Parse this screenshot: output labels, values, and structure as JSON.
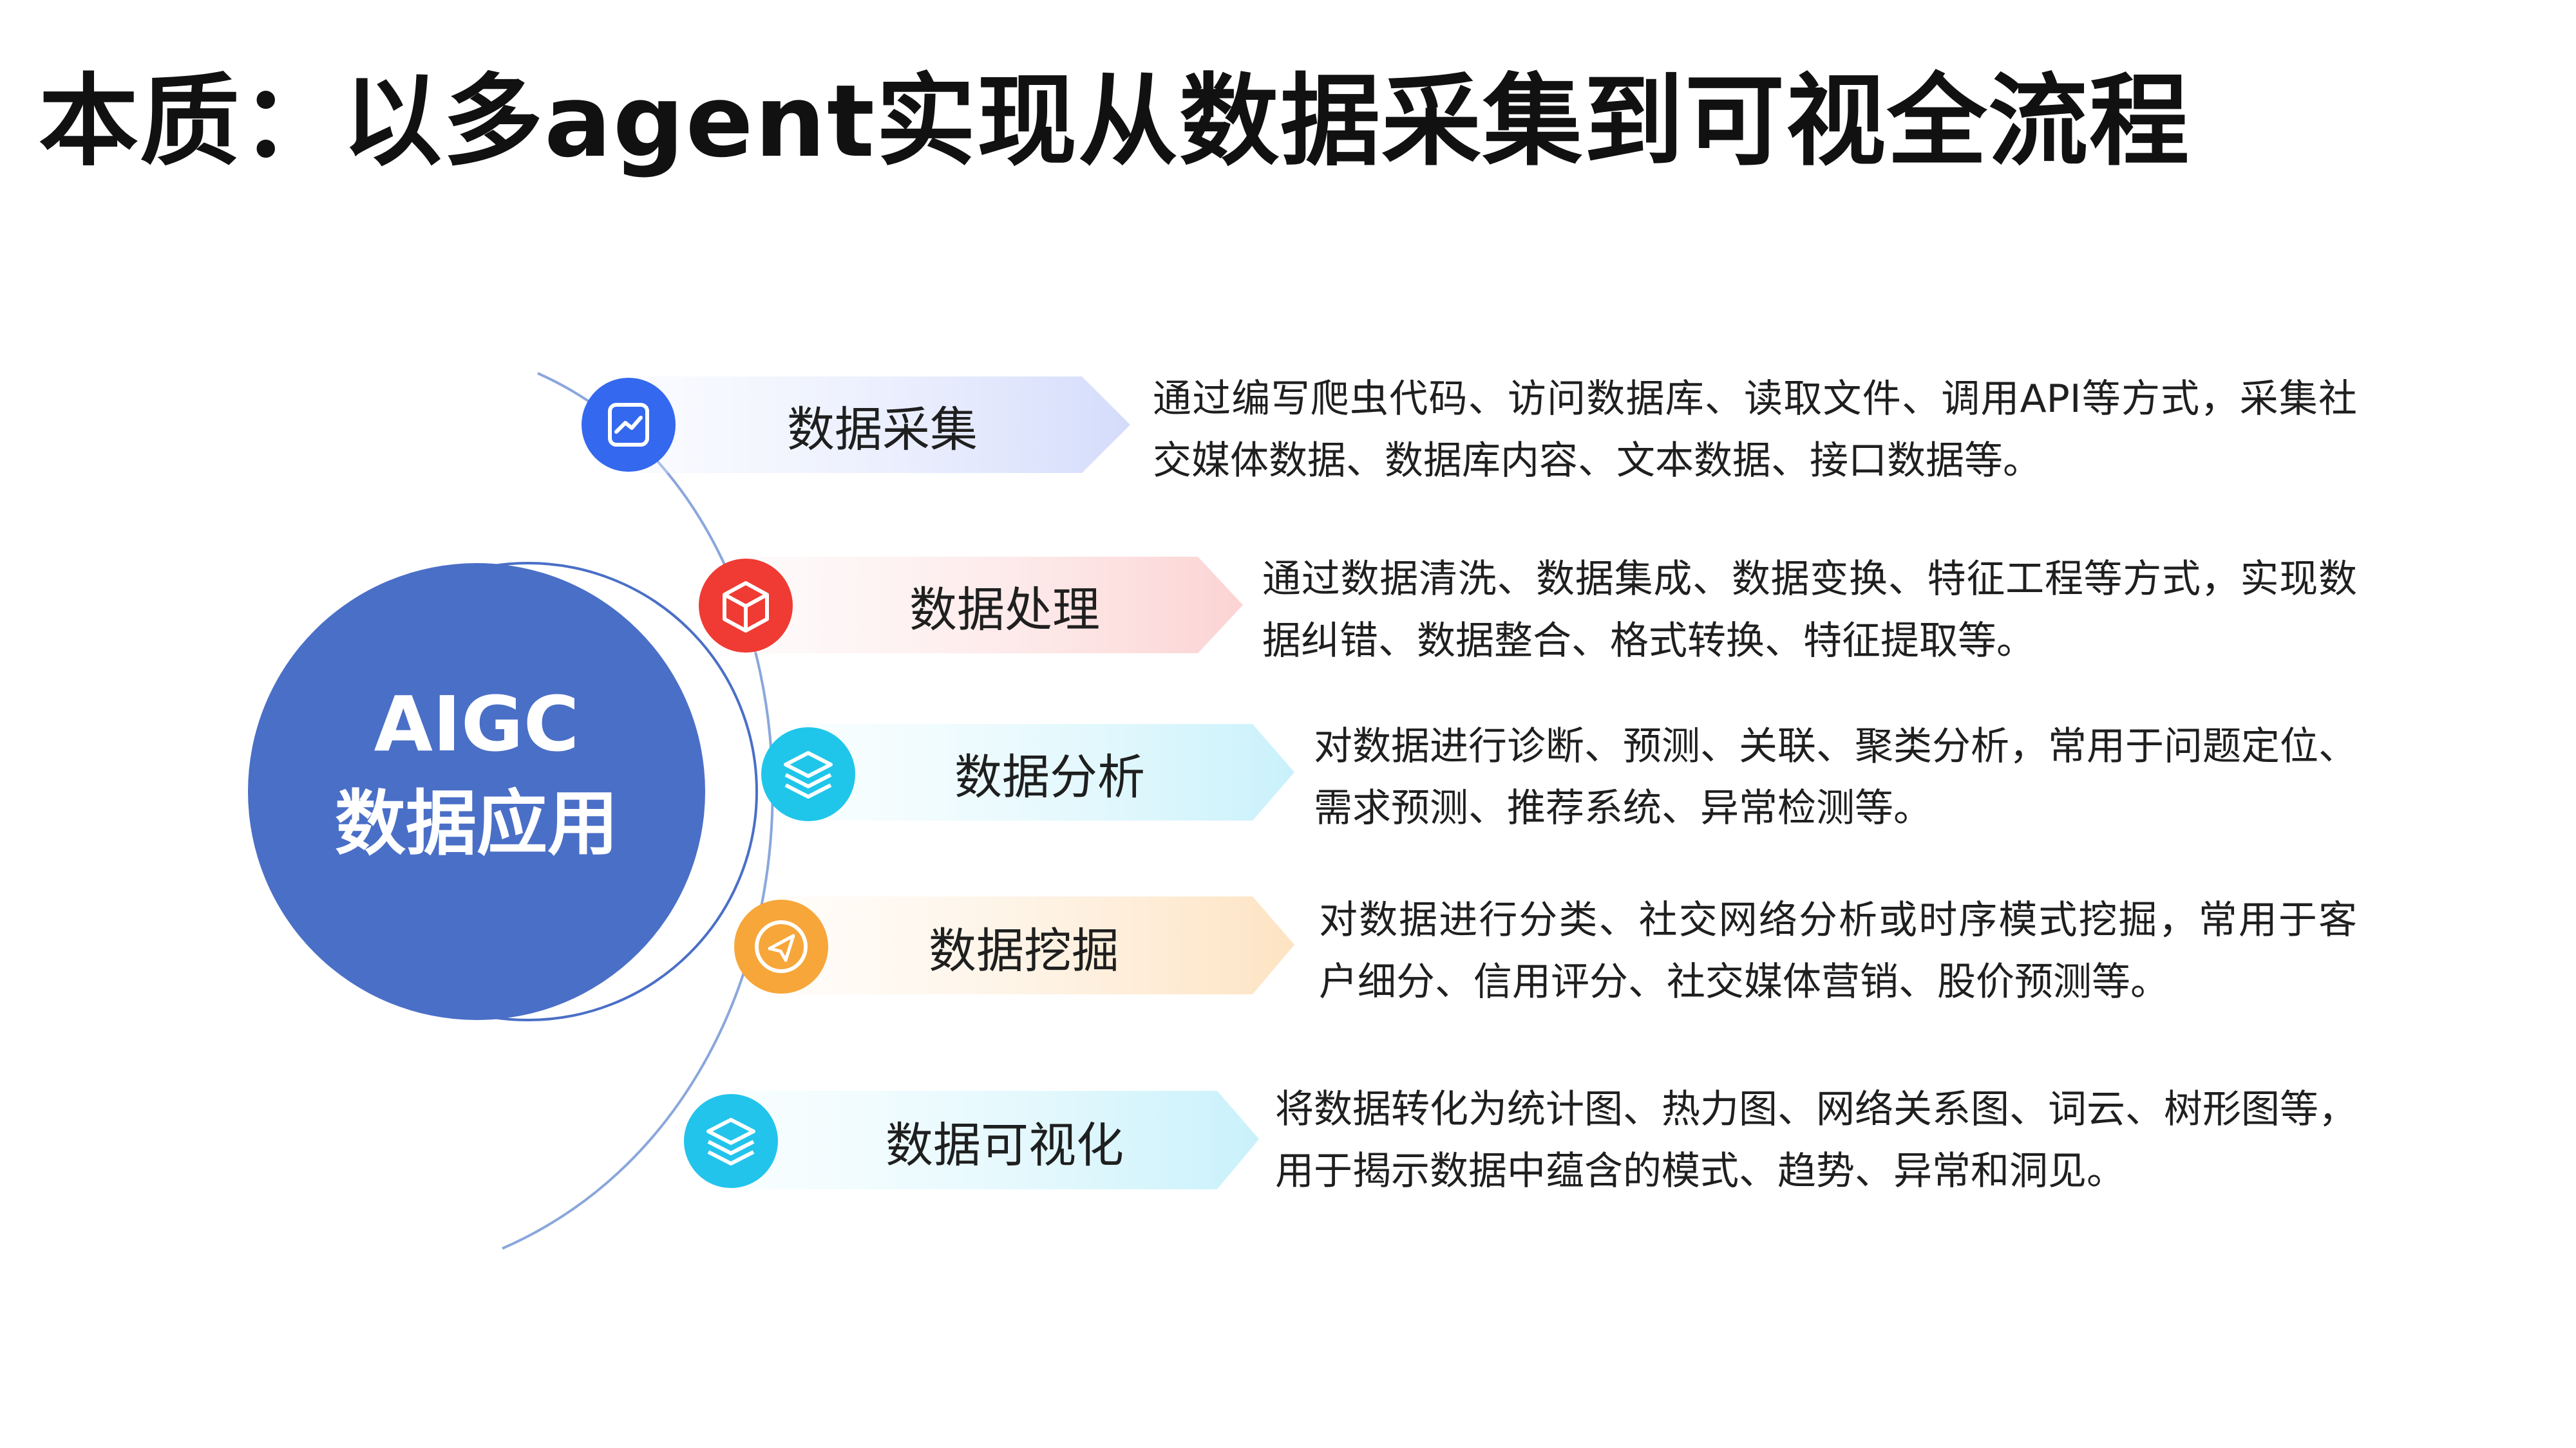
{
  "title": "本质：以多agent实现从数据采集到可视全流程",
  "center": {
    "line1": "AIGC",
    "line2": "数据应用"
  },
  "colors": {
    "center_fill": "#4a6fc7",
    "arc": "#8aa7dc",
    "collect": "#3468ee",
    "process": "#ef3b33",
    "analysis": "#1fc6ea",
    "mining": "#f7a63a",
    "visual": "#22c4ec"
  },
  "steps": [
    {
      "label": "数据采集",
      "icon": "chart-icon",
      "desc": "通过编写爬虫代码、访问数据库、读取文件、调用API等方式，采集社交媒体数据、数据库内容、文本数据、接口数据等。"
    },
    {
      "label": "数据处理",
      "icon": "cube-icon",
      "desc": "通过数据清洗、数据集成、数据变换、特征工程等方式，实现数据纠错、数据整合、格式转换、特征提取等。"
    },
    {
      "label": "数据分析",
      "icon": "layers-icon",
      "desc": "对数据进行诊断、预测、关联、聚类分析，常用于问题定位、需求预测、推荐系统、异常检测等。"
    },
    {
      "label": "数据挖掘",
      "icon": "send-icon",
      "desc": "对数据进行分类、社交网络分析或时序模式挖掘，常用于客户细分、信用评分、社交媒体营销、股价预测等。"
    },
    {
      "label": "数据可视化",
      "icon": "layers-icon",
      "desc": "将数据转化为统计图、热力图、网络关系图、词云、树形图等，用于揭示数据中蕴含的模式、趋势、异常和洞见。"
    }
  ]
}
